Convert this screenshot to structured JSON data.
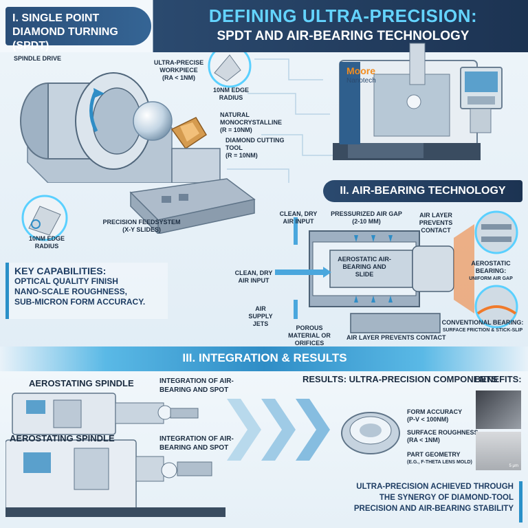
{
  "header": {
    "section1_title": "I. SINGLE POINT DIAMOND TURNING (SPDT)",
    "title_line1": "DEFINING ULTRA-PRECISION:",
    "title_line2": "SPDT AND AIR-BEARING TECHNOLOGY"
  },
  "spdt": {
    "spindle_drive": "SPINDLE DRIVE",
    "workpiece": "ULTRA-PRECISE WORKPIECE",
    "workpiece_ra": "(RA < 1nm)",
    "edge_radius_top": "10nm EDGE RADIUS",
    "monocrystalline": "NATURAL MONOCRYSTALLINE",
    "mono_r": "(R = 10nm)",
    "diamond_tool": "DIAMOND CUTTING TOOL",
    "tool_r": "(R = 10nm)",
    "edge_radius_bottom": "10nm EDGE RADIUS",
    "feedsystem": "PRECISION FEEDSYSTEM",
    "feedsystem_sub": "(X-Y SLIDES)"
  },
  "machine": {
    "brand": "Moore",
    "brand_sub": "Nanotech"
  },
  "key_capabilities": {
    "title": "KEY CAPABILITIES:",
    "items": [
      "OPTICAL QUALITY FINISH",
      "NANO-SCALE ROUGHNESS,",
      "SUB-MICRON FORM ACCURACY."
    ]
  },
  "air_bearing": {
    "section_title": "II. AIR-BEARING TECHNOLOGY",
    "clean_air_top": "CLEAN, DRY AIR INPUT",
    "air_gap": "PRESSURIZED AIR GAP",
    "air_gap_value": "(2-10 μm)",
    "air_layer_top": "AIR LAYER PREVENTS CONTACT",
    "clean_air_left": "CLEAN, DRY AIR INPUT",
    "slide_label": "AEROSTATIC AIR-BEARING AND SLIDE",
    "supply_jets": "AIR SUPPLY JETS",
    "porous": "POROUS MATERIAL OR ORIFICES",
    "air_layer_bottom": "AIR LAYER PREVENTS CONTACT",
    "aerostatic_title": "AEROSTATIC BEARING:",
    "aerostatic_sub": "UNIFORM AIR GAP",
    "conventional_title": "CONVENTIONAL BEARING:",
    "conventional_sub": "SURFACE FRICTION & STICK-SLIP"
  },
  "integration": {
    "section_title": "III. INTEGRATION & RESULTS",
    "spindle1": "AEROSTATING SPINDLE",
    "integration1": "INTEGRATION OF AIR-BEARING AND SPOT",
    "spindle2": "AEROSTATING SPINDLE",
    "integration2": "INTEGRATION OF AIR-BEARING AND SPOT"
  },
  "results": {
    "title": "RESULTS: ULTRA-PRECISION COMPONENTS",
    "benefits": "BENEFITS:",
    "form_accuracy": "FORM ACCURACY",
    "form_value": "(P-V < 100nm)",
    "roughness": "SURFACE ROUGHNESS",
    "roughness_value": "(RA < 1nm)",
    "geometry": "PART GEOMETRY",
    "geometry_value": "(E.g., F-THETA LENS MOLD)",
    "scale": "5 μm"
  },
  "conclusion": {
    "line1": "ULTRA-PRECISION ACHIEVED THROUGH",
    "line2": "THE SYNERGY OF DIAMOND-TOOL",
    "line3": "PRECISION AND AIR-BEARING STABILITY"
  },
  "colors": {
    "navy": "#1c3352",
    "accent_cyan": "#5ad0ff",
    "accent_orange": "#f07a2a",
    "steel": "#aab8c6"
  }
}
